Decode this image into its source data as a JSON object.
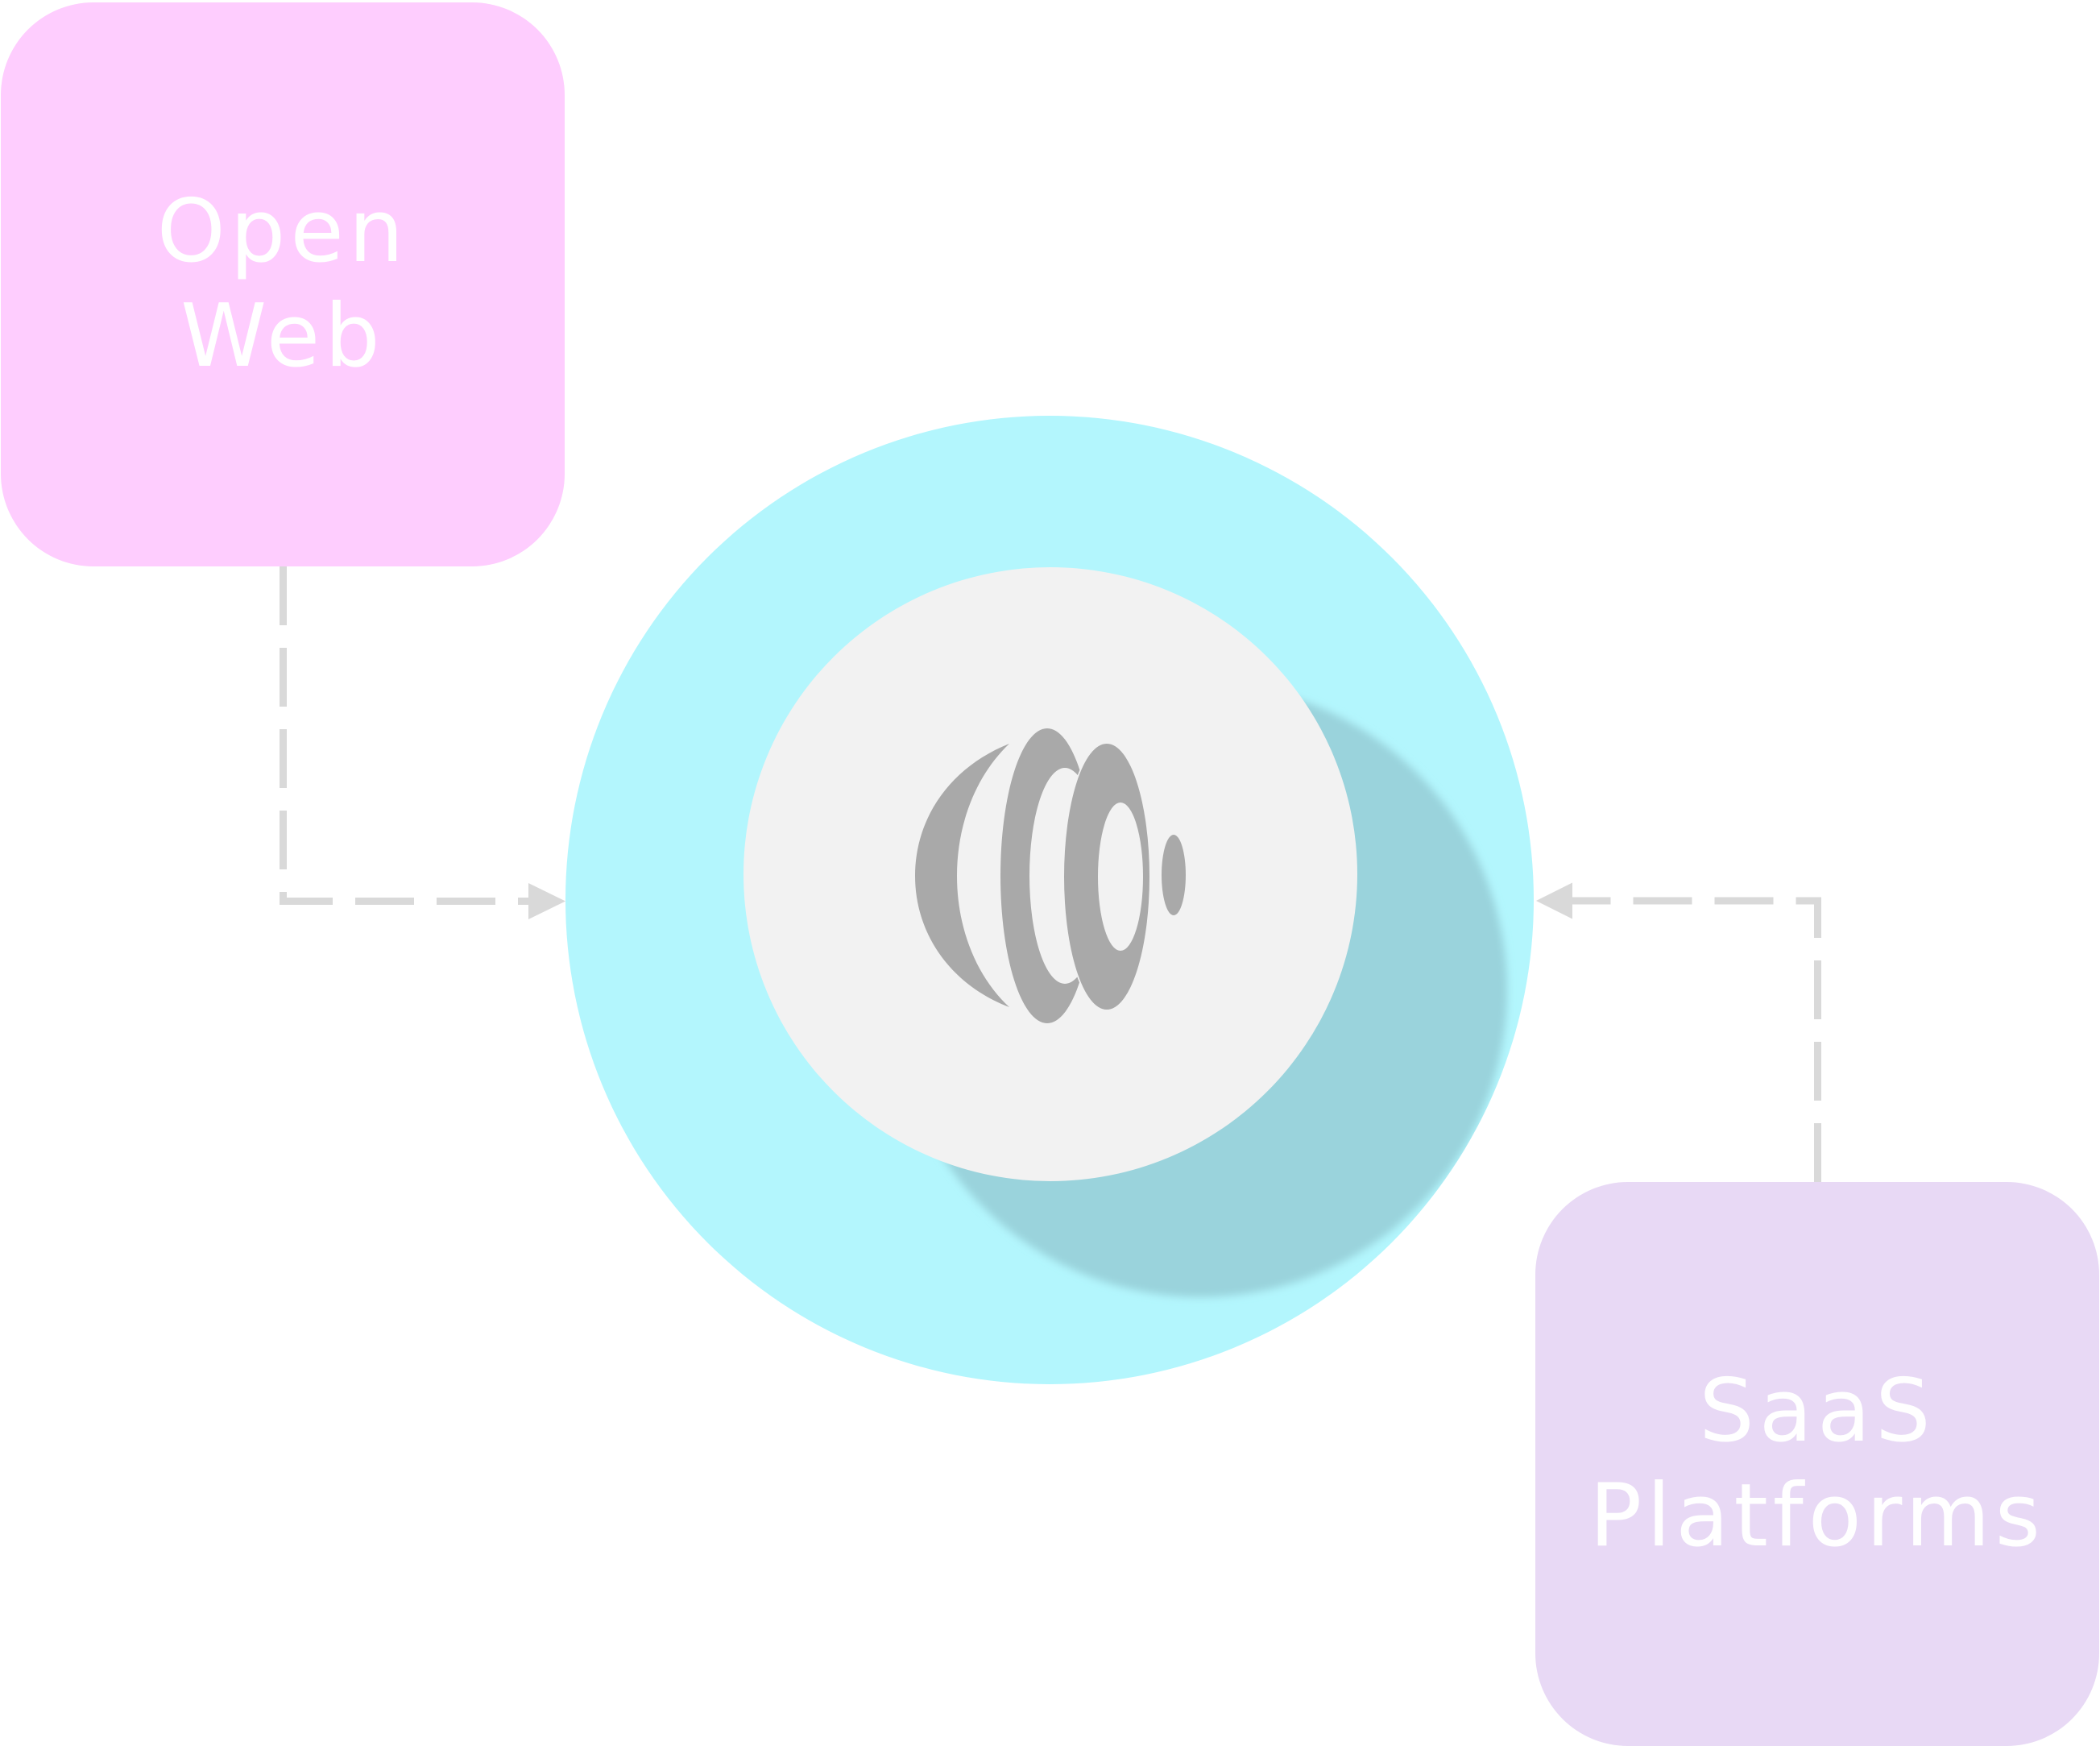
{
  "colors": {
    "open_web_box": "#fecdfe",
    "saas_box": "#e8d9f5",
    "hub_outer": "#b3f6fd",
    "hub_inner": "#f2f2f2",
    "hub_shadow": "#9ad3dc",
    "logo": "#a9a9a9",
    "connector": "#d9d9d9",
    "label_text": "#ffffff"
  },
  "nodes": {
    "open_web": {
      "lines": [
        "Open",
        "Web"
      ]
    },
    "saas": {
      "lines": [
        "SaaS",
        "Platforms"
      ]
    }
  },
  "hub": {
    "icon": "concentric-ellipses-logo-icon"
  },
  "connectors": [
    {
      "from": "open_web",
      "to": "hub",
      "style": "dashed",
      "arrow": "end"
    },
    {
      "from": "saas",
      "to": "hub",
      "style": "dashed",
      "arrow": "end"
    }
  ]
}
